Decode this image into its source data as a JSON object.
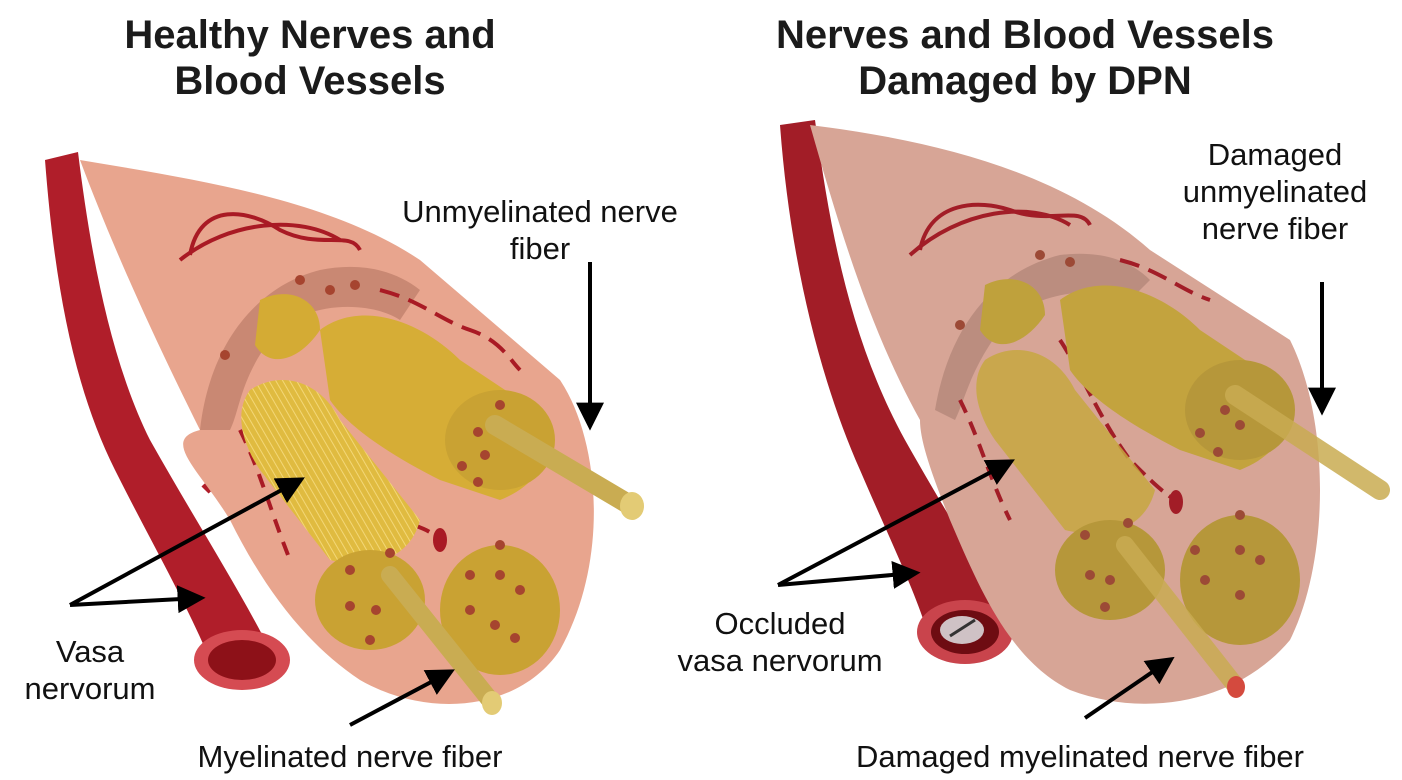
{
  "left": {
    "title": "Healthy Nerves and\nBlood Vessels",
    "labels": {
      "unmyelinated": "Unmyelinated nerve\nfiber",
      "vasa": "Vasa\nnervorum",
      "myelinated": "Myelinated nerve fiber"
    }
  },
  "right": {
    "title": "Nerves and Blood Vessels\nDamaged by DPN",
    "labels": {
      "unmyelinated": "Damaged\nunmyelinated\nnerve fiber",
      "vasa": "Occluded\nvasa nervorum",
      "myelinated": "Damaged myelinated nerve fiber"
    }
  },
  "colors": {
    "vessel": "#b01e2a",
    "vessel_dark": "#7e1017",
    "sheath_healthy": "#e8a58e",
    "sheath_damaged": "#d7a596",
    "fascicle": "#d4ab34",
    "fascicle_damaged": "#bfa13c"
  }
}
